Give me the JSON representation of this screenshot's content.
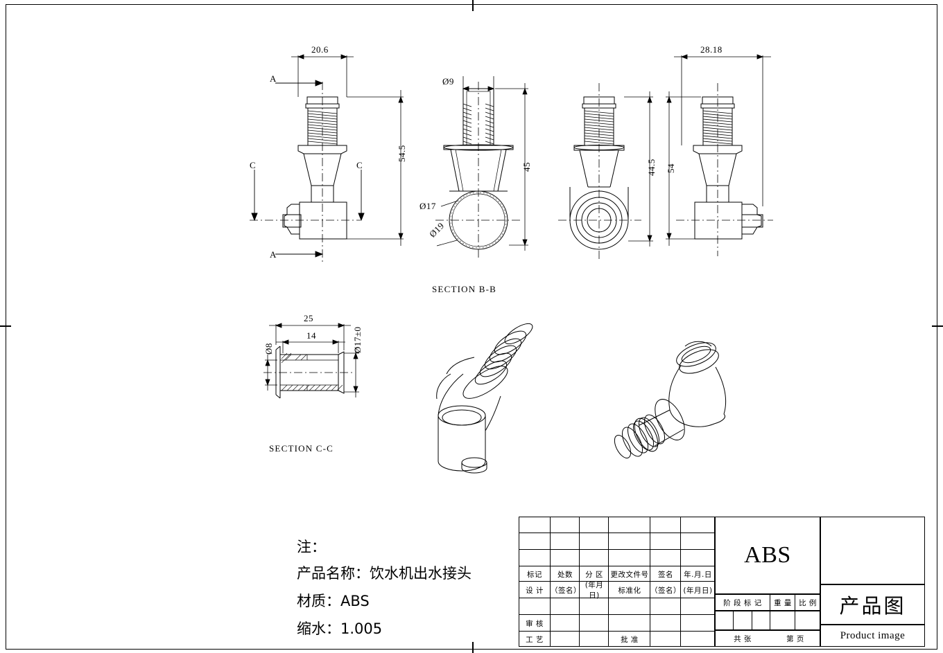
{
  "drawing": {
    "dimensions": {
      "front_width": "20.6",
      "front_height": "54.5",
      "section_bb_bore": "Ø9",
      "section_bb_height": "45",
      "section_bb_d17": "Ø17",
      "section_bb_d19": "Ø19",
      "top_view_height": "44.5",
      "right_width": "28.18",
      "right_height": "54",
      "section_cc_width": "25",
      "section_cc_inner": "14",
      "section_cc_d8": "Ø8",
      "section_cc_d17": "Ø17±0"
    },
    "section_markers": {
      "a_top": "A",
      "a_bottom": "A",
      "c_left": "C",
      "c_right": "C"
    },
    "captions": {
      "section_bb": "SECTION   B-B",
      "section_cc": "SECTION   C-C"
    }
  },
  "notes": {
    "line1": "注：",
    "line2": "产品名称：饮水机出水接头",
    "line3": "材质：ABS",
    "line4": "缩水：1.005"
  },
  "title_block": {
    "material": "ABS",
    "product_title": "产品图",
    "product_subtitle": "Product image",
    "revision_headers": [
      "标记",
      "处数",
      "分 区",
      "更改文件号",
      "签名",
      "年.月.日"
    ],
    "rows": [
      {
        "role": "设 计",
        "sign": "（签名）",
        "date": "(年月日)",
        "extra": "标准化",
        "sign2": "（签名）",
        "date2": "(年月日)"
      },
      {
        "role": "",
        "sign": "",
        "date": "",
        "extra": "",
        "sign2": "",
        "date2": ""
      },
      {
        "role": "审 核",
        "sign": "",
        "date": "",
        "extra": "",
        "sign2": "",
        "date2": ""
      },
      {
        "role": "工 艺",
        "sign": "",
        "date": "",
        "extra": "批 准",
        "sign2": "",
        "date2": ""
      }
    ],
    "stage_headers": [
      "阶 段 标 记",
      "重 量",
      "比 例"
    ],
    "sheet_footer": [
      "共    张",
      "第    页"
    ]
  }
}
